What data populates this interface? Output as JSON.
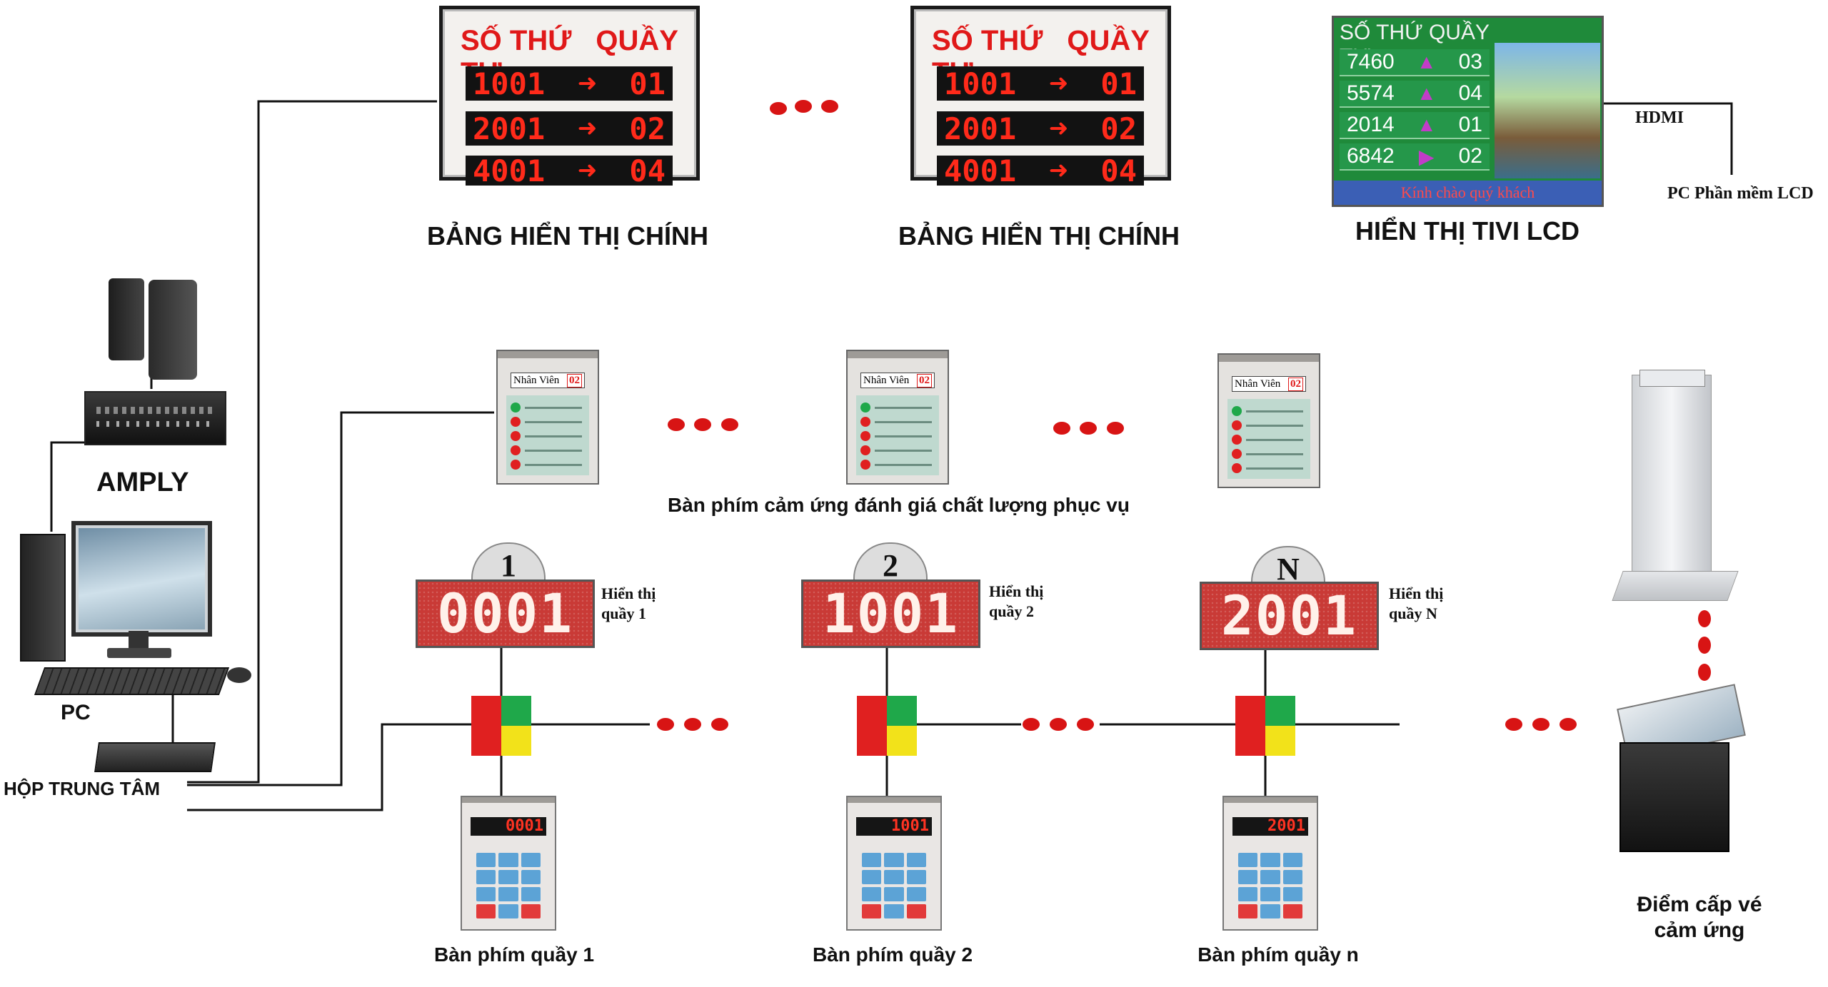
{
  "main_boards": [
    {
      "header_left": "SỐ THỨ TỰ",
      "header_right": "QUẦY",
      "rows": [
        {
          "ticket": "1001",
          "counter": "01"
        },
        {
          "ticket": "2001",
          "counter": "02"
        },
        {
          "ticket": "4001",
          "counter": "04"
        }
      ],
      "caption": "BẢNG HIỂN THỊ CHÍNH"
    },
    {
      "header_left": "SỐ THỨ TỰ",
      "header_right": "QUẦY",
      "rows": [
        {
          "ticket": "1001",
          "counter": "01"
        },
        {
          "ticket": "2001",
          "counter": "02"
        },
        {
          "ticket": "4001",
          "counter": "04"
        }
      ],
      "caption": "BẢNG HIỂN THỊ CHÍNH"
    }
  ],
  "tv": {
    "header_left": "SỐ THỨ TỰ",
    "header_right": "QUẦY",
    "rows": [
      {
        "ticket": "7460",
        "counter": "03"
      },
      {
        "ticket": "5574",
        "counter": "04"
      },
      {
        "ticket": "2014",
        "counter": "01"
      },
      {
        "ticket": "6842",
        "counter": "02"
      }
    ],
    "ticker": "Kính chào quý khách",
    "caption": "HIỂN THỊ TIVI LCD",
    "hdmi": "HDMI",
    "pc_software": "PC Phần mềm LCD"
  },
  "left": {
    "amply": "AMPLY",
    "pc": "PC",
    "central_box": "HỘP TRUNG TÂM"
  },
  "rating_keypads": {
    "name_label": "Nhân Viên",
    "name_number": "02",
    "caption": "Bàn phím cảm ứng đánh giá chất lượng phục vụ"
  },
  "counters": [
    {
      "badge": "1",
      "number": "0001",
      "label_line1": "Hiển thị",
      "label_line2": "quầy 1",
      "keypad_number": "0001",
      "keypad_caption": "Bàn phím quầy 1"
    },
    {
      "badge": "2",
      "number": "1001",
      "label_line1": "Hiển thị",
      "label_line2": "quầy 2",
      "keypad_number": "1001",
      "keypad_caption": "Bàn phím quầy 2"
    },
    {
      "badge": "N",
      "number": "2001",
      "label_line1": "Hiển thị",
      "label_line2": "quầy N",
      "keypad_number": "2001",
      "keypad_caption": "Bàn phím quầy n"
    }
  ],
  "kiosk": {
    "caption_line1": "Điểm cấp vé",
    "caption_line2": "cảm ứng"
  },
  "colors": {
    "led_red": "#ff2a1a",
    "dot_red": "#d81414",
    "junction_red": "#e02020",
    "junction_green": "#1fa84a",
    "junction_yellow": "#f2e21a",
    "tv_green": "#1f8a3a"
  }
}
